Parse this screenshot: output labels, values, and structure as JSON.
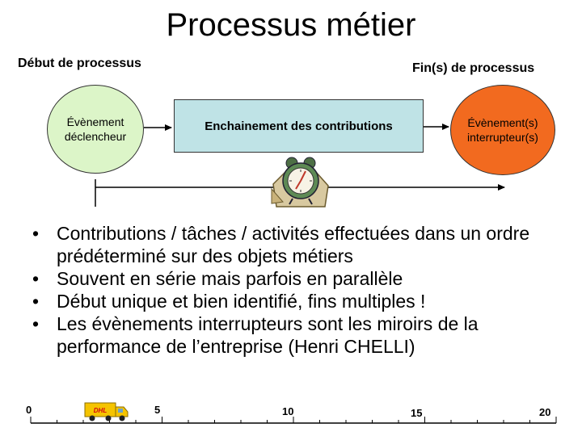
{
  "title": "Processus métier",
  "start_label": "Début de processus",
  "end_label": "Fin(s) de processus",
  "start_event": {
    "line1": "Évènement",
    "line2": "déclencheur"
  },
  "process_box": "Enchainement des contributions",
  "end_event": {
    "line1": "Évènement(s)",
    "line2": "interrupteur(s)"
  },
  "bullets": [
    "Contributions / tâches / activités effectuées dans un ordre prédéterminé sur des objets métiers",
    "Souvent en série mais parfois en parallèle",
    "Début unique et bien identifié, fins multiples !",
    "Les évènements interrupteurs sont les miroirs de la performance de l’entreprise (Henri CHELLI)"
  ],
  "ruler_ticks": [
    "0",
    "5",
    "10",
    "15",
    "20"
  ],
  "truck_brand": "DHL",
  "colors": {
    "start_event": "#dcf5c8",
    "process_box": "#bfe3e6",
    "end_event": "#f26a1f",
    "truck": "#f5c400",
    "truck_text": "#d40511"
  },
  "icons": [
    "arrow-right-icon",
    "clock-icon",
    "truck-icon"
  ]
}
